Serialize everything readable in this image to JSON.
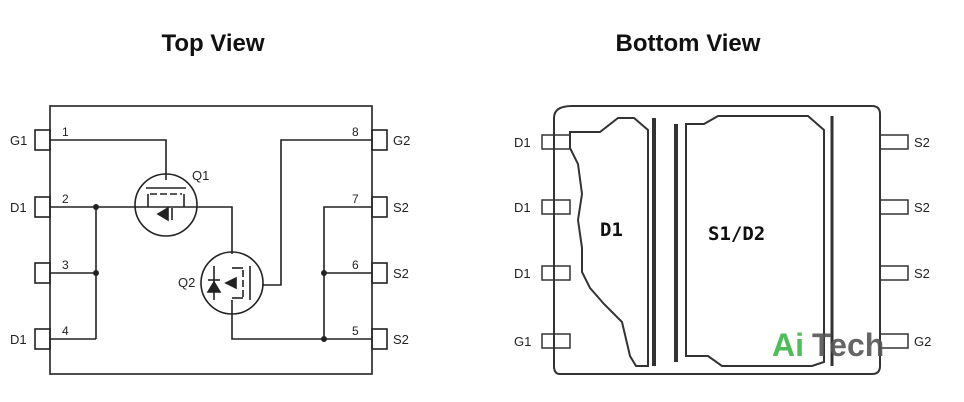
{
  "top_view": {
    "title": "Top View",
    "left_pins": [
      {
        "num": "1",
        "label": "G1"
      },
      {
        "num": "2",
        "label": "D1"
      },
      {
        "num": "3",
        "label": ""
      },
      {
        "num": "4",
        "label": "D1"
      }
    ],
    "right_pins": [
      {
        "num": "8",
        "label": "G2"
      },
      {
        "num": "7",
        "label": "S2"
      },
      {
        "num": "6",
        "label": "S2"
      },
      {
        "num": "5",
        "label": "S2"
      }
    ],
    "q1_label": "Q1",
    "q2_label": "Q2"
  },
  "bottom_view": {
    "title": "Bottom View",
    "left_pins": [
      "D1",
      "D1",
      "D1",
      "G1"
    ],
    "right_pins": [
      "S2",
      "S2",
      "S2",
      "G2"
    ],
    "pad_left_label": "D1",
    "pad_mid_label": "S1/D2"
  },
  "watermark": {
    "part1": "Ai",
    "part2": "Tech"
  }
}
